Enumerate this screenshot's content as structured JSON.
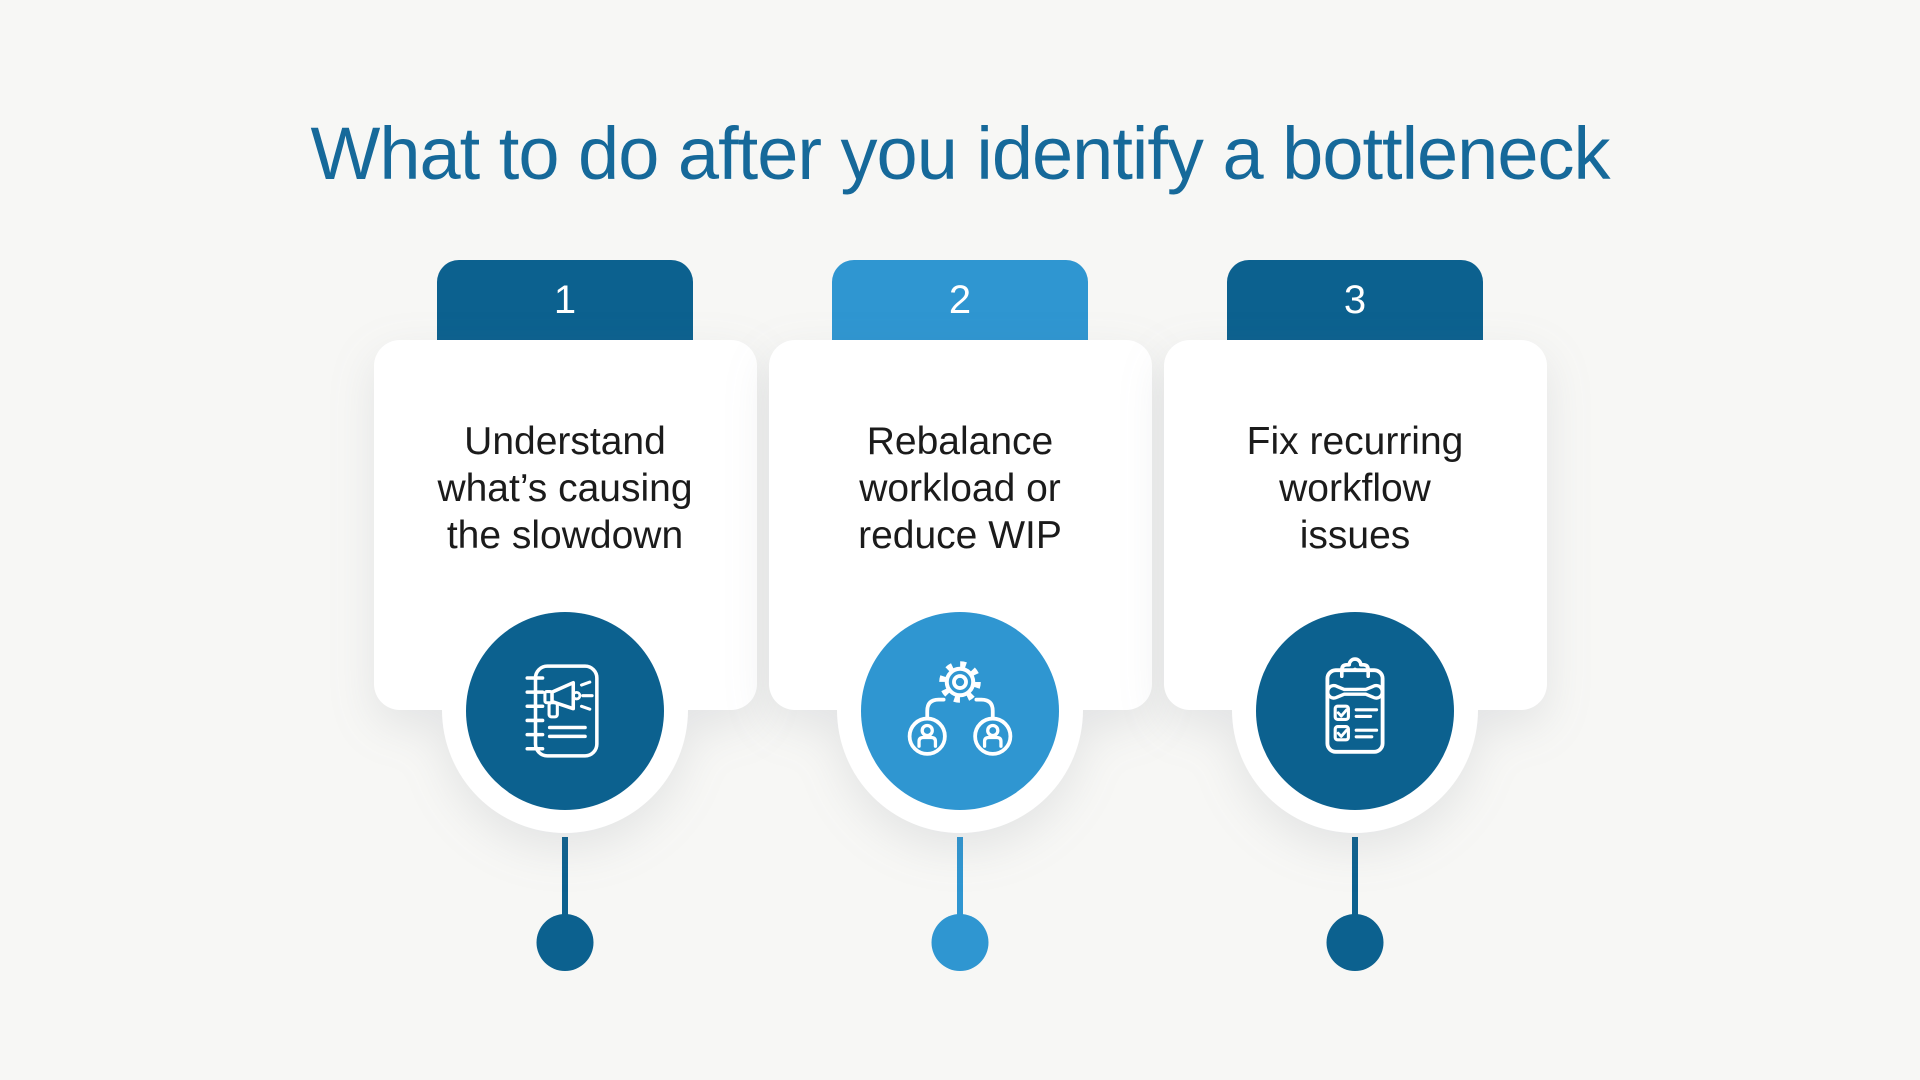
{
  "title": {
    "text": "What to do after you identify a bottleneck",
    "color": "#16699a"
  },
  "colors": {
    "background": "#f7f7f5",
    "card": "#ffffff",
    "dark_blue": "#0c618f",
    "light_blue": "#2f96d1",
    "body_text": "#1b1b1b",
    "number_text": "#ffffff"
  },
  "steps": [
    {
      "number": "1",
      "accent": "#0c618f",
      "icon": "notebook-megaphone-icon",
      "lines": [
        "Understand",
        "what’s causing",
        "the slowdown"
      ]
    },
    {
      "number": "2",
      "accent": "#2f96d1",
      "icon": "team-gear-icon",
      "lines": [
        "Rebalance",
        "workload or",
        "reduce WIP"
      ]
    },
    {
      "number": "3",
      "accent": "#0c618f",
      "icon": "clipboard-wrench-icon",
      "lines": [
        "Fix recurring",
        "workflow",
        "issues"
      ]
    }
  ]
}
